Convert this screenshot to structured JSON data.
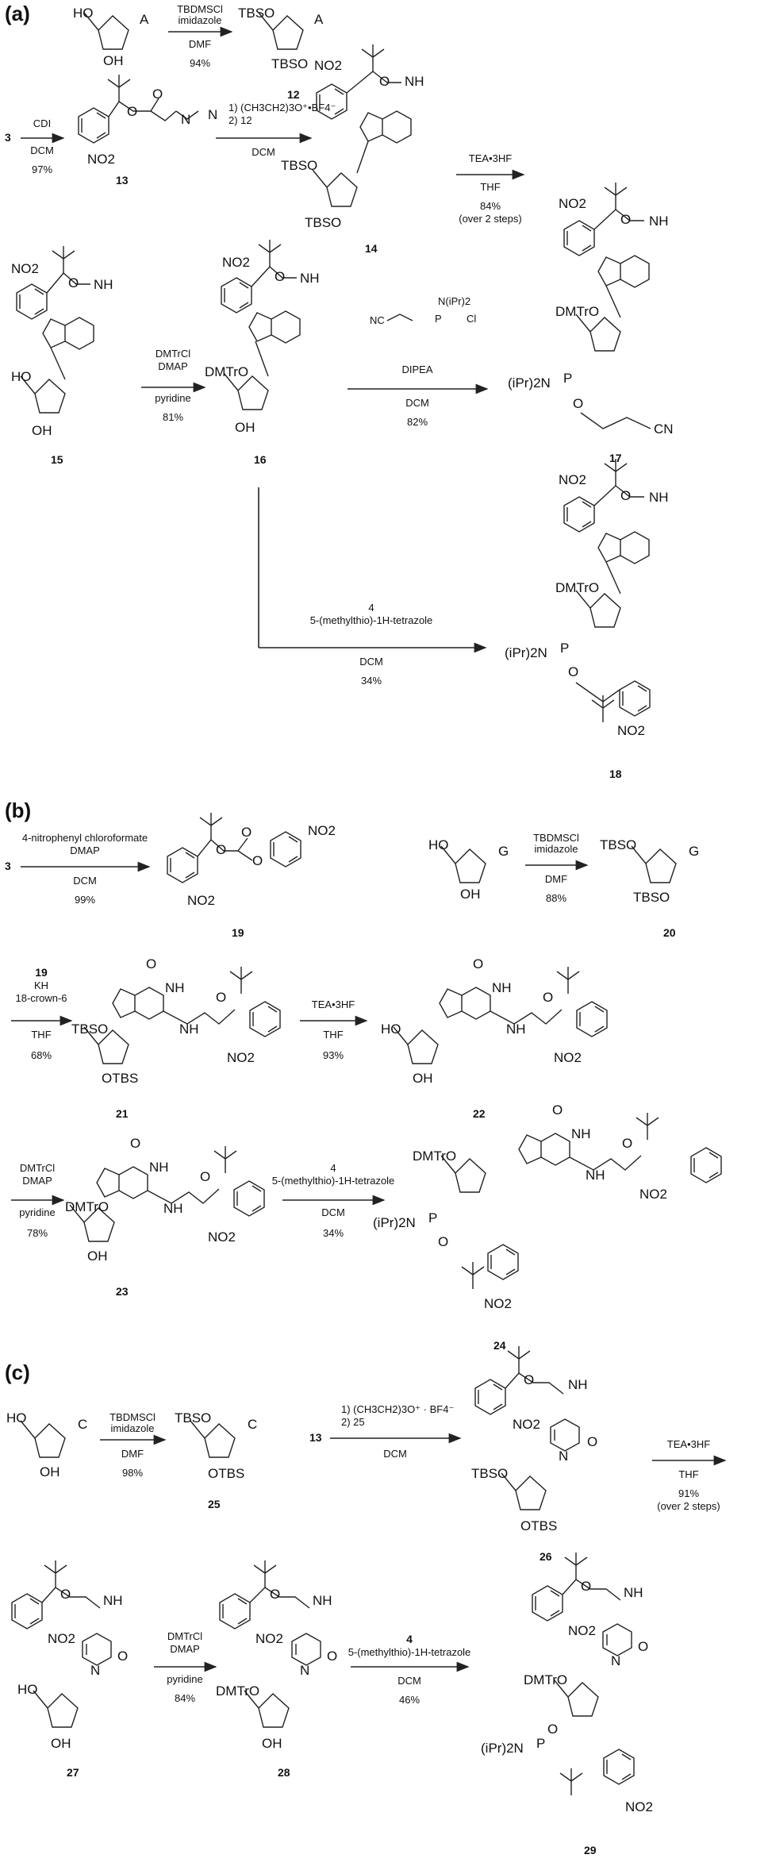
{
  "panels": {
    "a": {
      "label": "(a)",
      "rxn1": {
        "c1": "TBDMSCl",
        "c2": "imidazole",
        "solvent": "DMF",
        "yield": "94%",
        "product": "12",
        "base": "A"
      },
      "rxn2": {
        "start": "3",
        "c1": "CDI",
        "solvent": "DCM",
        "yield": "97%",
        "product": "13"
      },
      "rxn3": {
        "c1": "1) (CH3CH2)3O⁺•BF4⁻",
        "c2": "2) 12",
        "solvent": "DCM",
        "product": "14"
      },
      "rxn4": {
        "c1": "TEA•3HF",
        "solvent": "THF",
        "yield": "84%",
        "note": "(over 2 steps)"
      },
      "rxn5": {
        "c1": "DMTrCl",
        "c2": "DMAP",
        "solvent": "pyridine",
        "yield": "81%",
        "start": "15",
        "product": "16"
      },
      "rxn6": {
        "c1": "NC",
        "c2": "N(iPr)2",
        "c3": "Cl",
        "base": "DIPEA",
        "solvent": "DCM",
        "yield": "82%",
        "product": "17"
      },
      "rxn7": {
        "c1": "4",
        "c2": "5-(methylthio)-1H-tetrazole",
        "solvent": "DCM",
        "yield": "34%",
        "product": "18"
      }
    },
    "b": {
      "label": "(b)",
      "rxn1": {
        "start": "3",
        "c1": "4-nitrophenyl chloroformate",
        "c2": "DMAP",
        "solvent": "DCM",
        "yield": "99%",
        "product": "19"
      },
      "rxn2": {
        "c1": "TBDMSCl",
        "c2": "imidazole",
        "solvent": "DMF",
        "yield": "88%",
        "product": "20",
        "base": "G"
      },
      "rxn3": {
        "c1": "19",
        "c2": "KH",
        "c3": "18-crown-6",
        "solvent": "THF",
        "yield": "68%",
        "product": "21"
      },
      "rxn4": {
        "c1": "TEA•3HF",
        "solvent": "THF",
        "yield": "93%",
        "product": "22"
      },
      "rxn5": {
        "c1": "DMTrCl",
        "c2": "DMAP",
        "solvent": "pyridine",
        "yield": "78%",
        "product": "23"
      },
      "rxn6": {
        "c1": "4",
        "c2": "5-(methylthio)-1H-tetrazole",
        "solvent": "DCM",
        "yield": "34%",
        "product": "24"
      }
    },
    "c": {
      "label": "(c)",
      "rxn1": {
        "c1": "TBDMSCl",
        "c2": "imidazole",
        "solvent": "DMF",
        "yield": "98%",
        "product": "25",
        "base": "C"
      },
      "rxn2": {
        "start": "13",
        "c1": "1) (CH3CH2)3O⁺ · BF4⁻",
        "c2": "2) 25",
        "solvent": "DCM",
        "product": "26"
      },
      "rxn3": {
        "c1": "TEA•3HF",
        "solvent": "THF",
        "yield": "91%",
        "note": "(over 2 steps)"
      },
      "rxn4": {
        "c1": "DMTrCl",
        "c2": "DMAP",
        "solvent": "pyridine",
        "yield": "84%",
        "start": "27",
        "product": "28"
      },
      "rxn5": {
        "c1": "4",
        "c2": "5-(methylthio)-1H-tetrazole",
        "solvent": "DCM",
        "yield": "46%",
        "product": "29"
      }
    }
  },
  "atoms": {
    "ho": "HO",
    "oh": "OH",
    "tbso": "TBSO",
    "otbs": "OTBS",
    "dmtro": "DMTrO",
    "no2": "NO2",
    "nh": "NH",
    "o": "O",
    "n": "N",
    "p": "P",
    "cn": "CN",
    "ipr2n": "(iPr)2N"
  }
}
